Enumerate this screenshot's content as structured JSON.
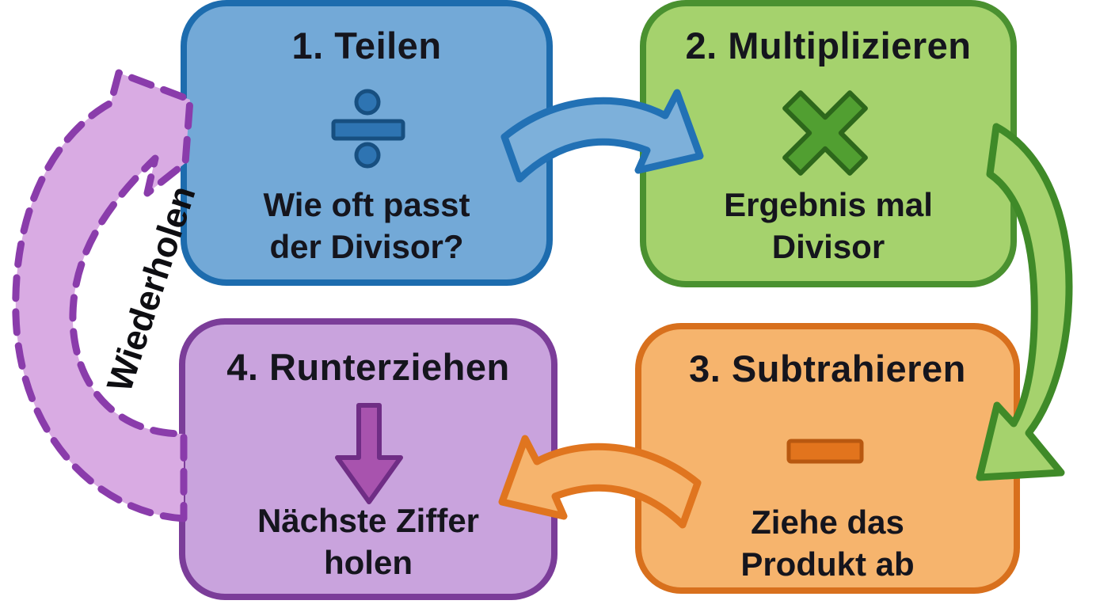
{
  "background": "#ffffff",
  "text_color": "#15151d",
  "steps": [
    {
      "title": "1. Teilen",
      "body": "Wie oft passt\nder Divisor?",
      "symbol": "division-icon",
      "fill": "#73a9d7",
      "border": "#1d6cae",
      "symbol_fill": "#2e74b2",
      "symbol_stroke": "#174f80"
    },
    {
      "title": "2. Multiplizieren",
      "body": "Ergebnis mal\nDivisor",
      "symbol": "multiplication-icon",
      "fill": "#a5d26d",
      "border": "#4a9130",
      "symbol_fill": "#519f31",
      "symbol_stroke": "#2d671b"
    },
    {
      "title": "3. Subtrahieren",
      "body": "Ziehe das\nProdukt ab",
      "symbol": "subtraction-icon",
      "fill": "#f6b46d",
      "border": "#d8701d",
      "symbol_fill": "#e2741d",
      "symbol_stroke": "#b85810"
    },
    {
      "title": "4. Runterziehen",
      "body": "Nächste Ziffer\nholen",
      "symbol": "down-arrow-icon",
      "fill": "#c9a3dd",
      "border": "#7b3d99",
      "symbol_fill": "#a853ae",
      "symbol_stroke": "#6f2d85"
    }
  ],
  "connectors": [
    {
      "name": "arrow-step1-to-step2",
      "fill": "#7db0da",
      "stroke": "#2271b5"
    },
    {
      "name": "arrow-step2-to-step3",
      "fill": "#a5d26d",
      "stroke": "#3f8a28"
    },
    {
      "name": "arrow-step3-to-step4",
      "fill": "#f6b46d",
      "stroke": "#e0751f"
    }
  ],
  "repeat_arrow": {
    "label": "Wiederholen",
    "fill": "#d9abe3",
    "stroke": "#8a3cab"
  }
}
